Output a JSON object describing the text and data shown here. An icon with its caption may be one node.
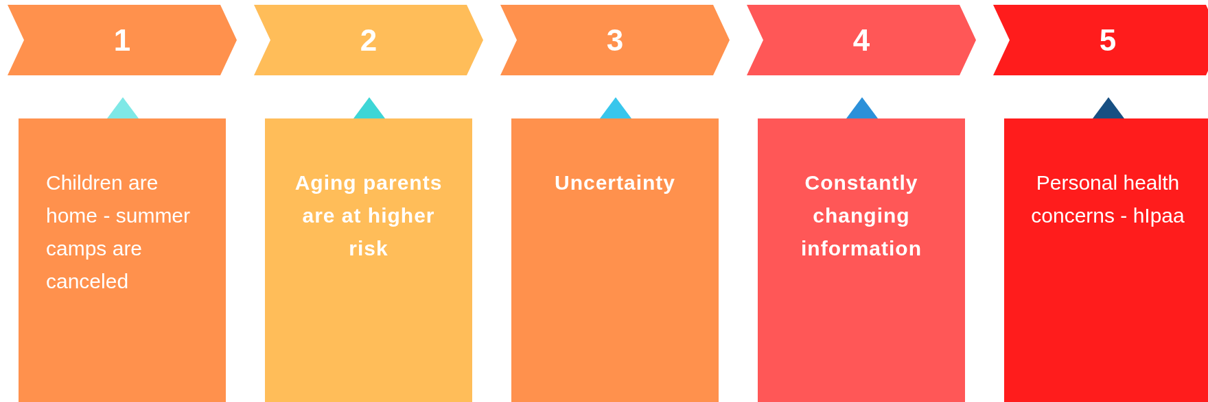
{
  "diagram": {
    "nodes": [
      {
        "text": [
          "1"
        ]
      },
      {
        "text": [
          "2"
        ]
      },
      {
        "text": [
          "3"
        ]
      },
      {
        "text": [
          "4"
        ]
      },
      {
        "text": [
          "5"
        ]
      },
      {
        "text": [
          "Children are home - summer camps are canceled"
        ]
      },
      {
        "text": [
          "Aging parents are at higher risk"
        ]
      },
      {
        "text": [
          "Uncertainty"
        ]
      },
      {
        "text": [
          "Constantly changing information"
        ]
      },
      {
        "text": [
          "Personal health concerns - hIpaa"
        ]
      }
    ]
  }
}
